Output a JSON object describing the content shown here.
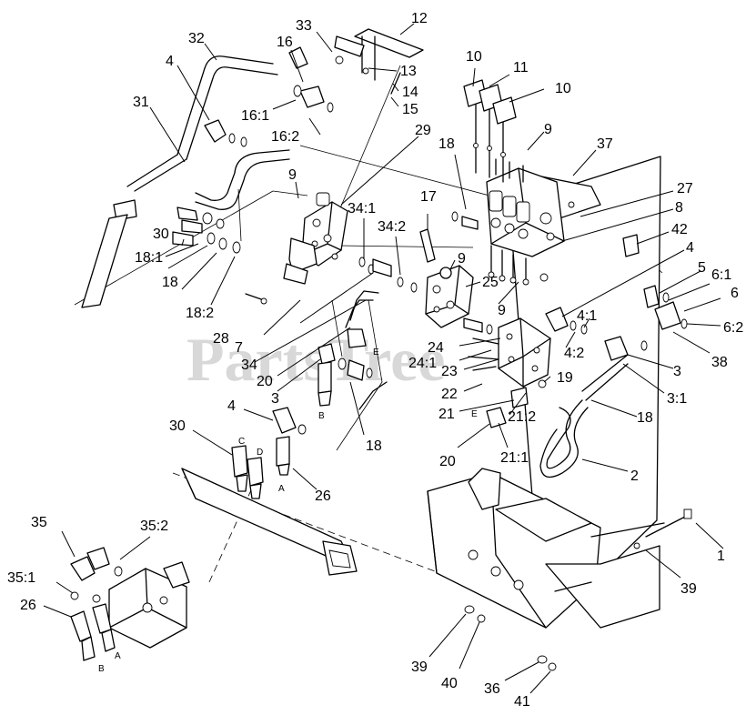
{
  "watermark": "PartsTree",
  "callouts": {
    "c1": "1",
    "c2": "2",
    "c3": "3",
    "c3b": "3",
    "c3_1": "3:1",
    "c4a": "4",
    "c4b": "4",
    "c4c": "4",
    "c4_1": "4:1",
    "c4_2": "4:2",
    "c5": "5",
    "c6": "6",
    "c6_1": "6:1",
    "c6_2": "6:2",
    "c7": "7",
    "c8": "8",
    "c9a": "9",
    "c9b": "9",
    "c9c": "9",
    "c9d": "9",
    "c10a": "10",
    "c10b": "10",
    "c11": "11",
    "c12": "12",
    "c13": "13",
    "c14": "14",
    "c15": "15",
    "c16": "16",
    "c16_1": "16:1",
    "c16_2": "16:2",
    "c17": "17",
    "c18a": "18",
    "c18b": "18",
    "c18c": "18",
    "c18d": "18",
    "c18_1": "18:1",
    "c18_2": "18:2",
    "c19": "19",
    "c20a": "20",
    "c20b": "20",
    "c21": "21",
    "c21_1": "21:1",
    "c21_2": "21:2",
    "c22": "22",
    "c23": "23",
    "c24": "24",
    "c24_1": "24:1",
    "c25": "25",
    "c26a": "26",
    "c26b": "26",
    "c27": "27",
    "c28": "28",
    "c29": "29",
    "c30a": "30",
    "c30b": "30",
    "c31": "31",
    "c32": "32",
    "c33": "33",
    "c34": "34",
    "c34_1": "34:1",
    "c34_2": "34:2",
    "c35": "35",
    "c35_1": "35:1",
    "c35_2": "35:2",
    "c36": "36",
    "c37": "37",
    "c38": "38",
    "c39a": "39",
    "c39b": "39",
    "c40": "40",
    "c41": "41",
    "c42": "42"
  },
  "port_letters": {
    "e1": "E",
    "e2": "E",
    "b1": "B",
    "b2": "B",
    "a1": "A",
    "a2": "A",
    "c": "C",
    "d": "D"
  }
}
